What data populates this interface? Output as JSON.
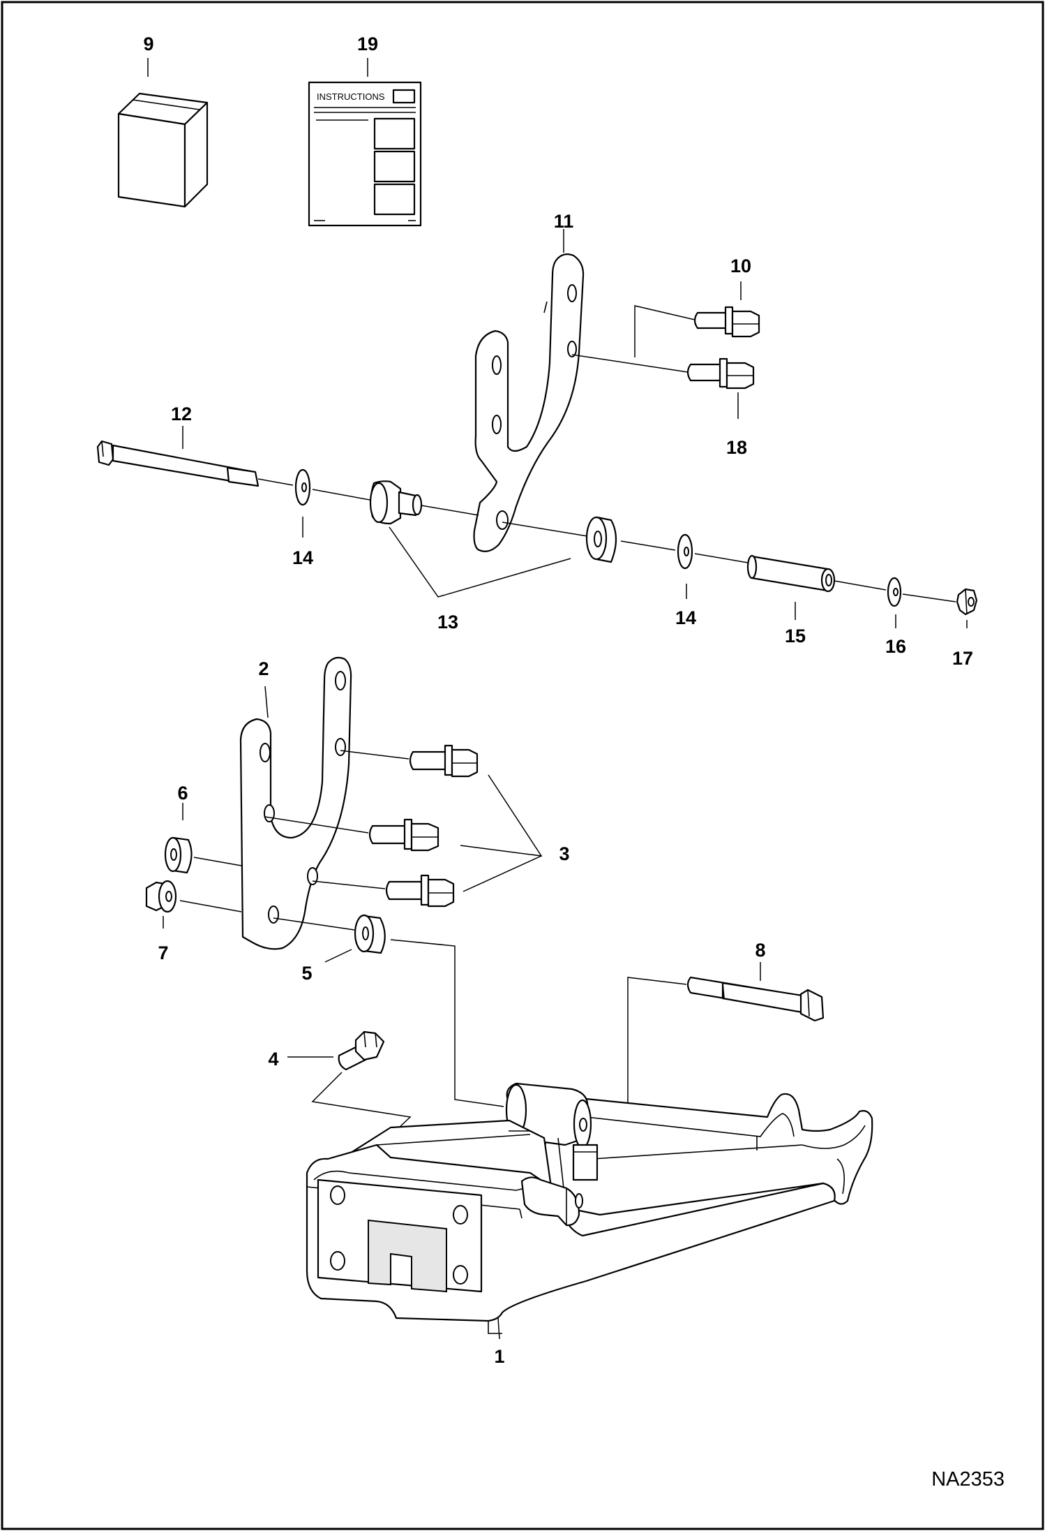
{
  "diagram": {
    "drawing_number": "NA2353",
    "instructions_text": "INSTRUCTIONS",
    "callouts": {
      "c1": "1",
      "c2": "2",
      "c3": "3",
      "c4": "4",
      "c5": "5",
      "c6": "6",
      "c7": "7",
      "c8": "8",
      "c9": "9",
      "c10": "10",
      "c11": "11",
      "c12": "12",
      "c13": "13",
      "c14a": "14",
      "c14b": "14",
      "c15": "15",
      "c16": "16",
      "c17": "17",
      "c18": "18",
      "c19": "19"
    }
  },
  "colors": {
    "line": "#000000",
    "background": "#ffffff",
    "border": "#000000"
  }
}
